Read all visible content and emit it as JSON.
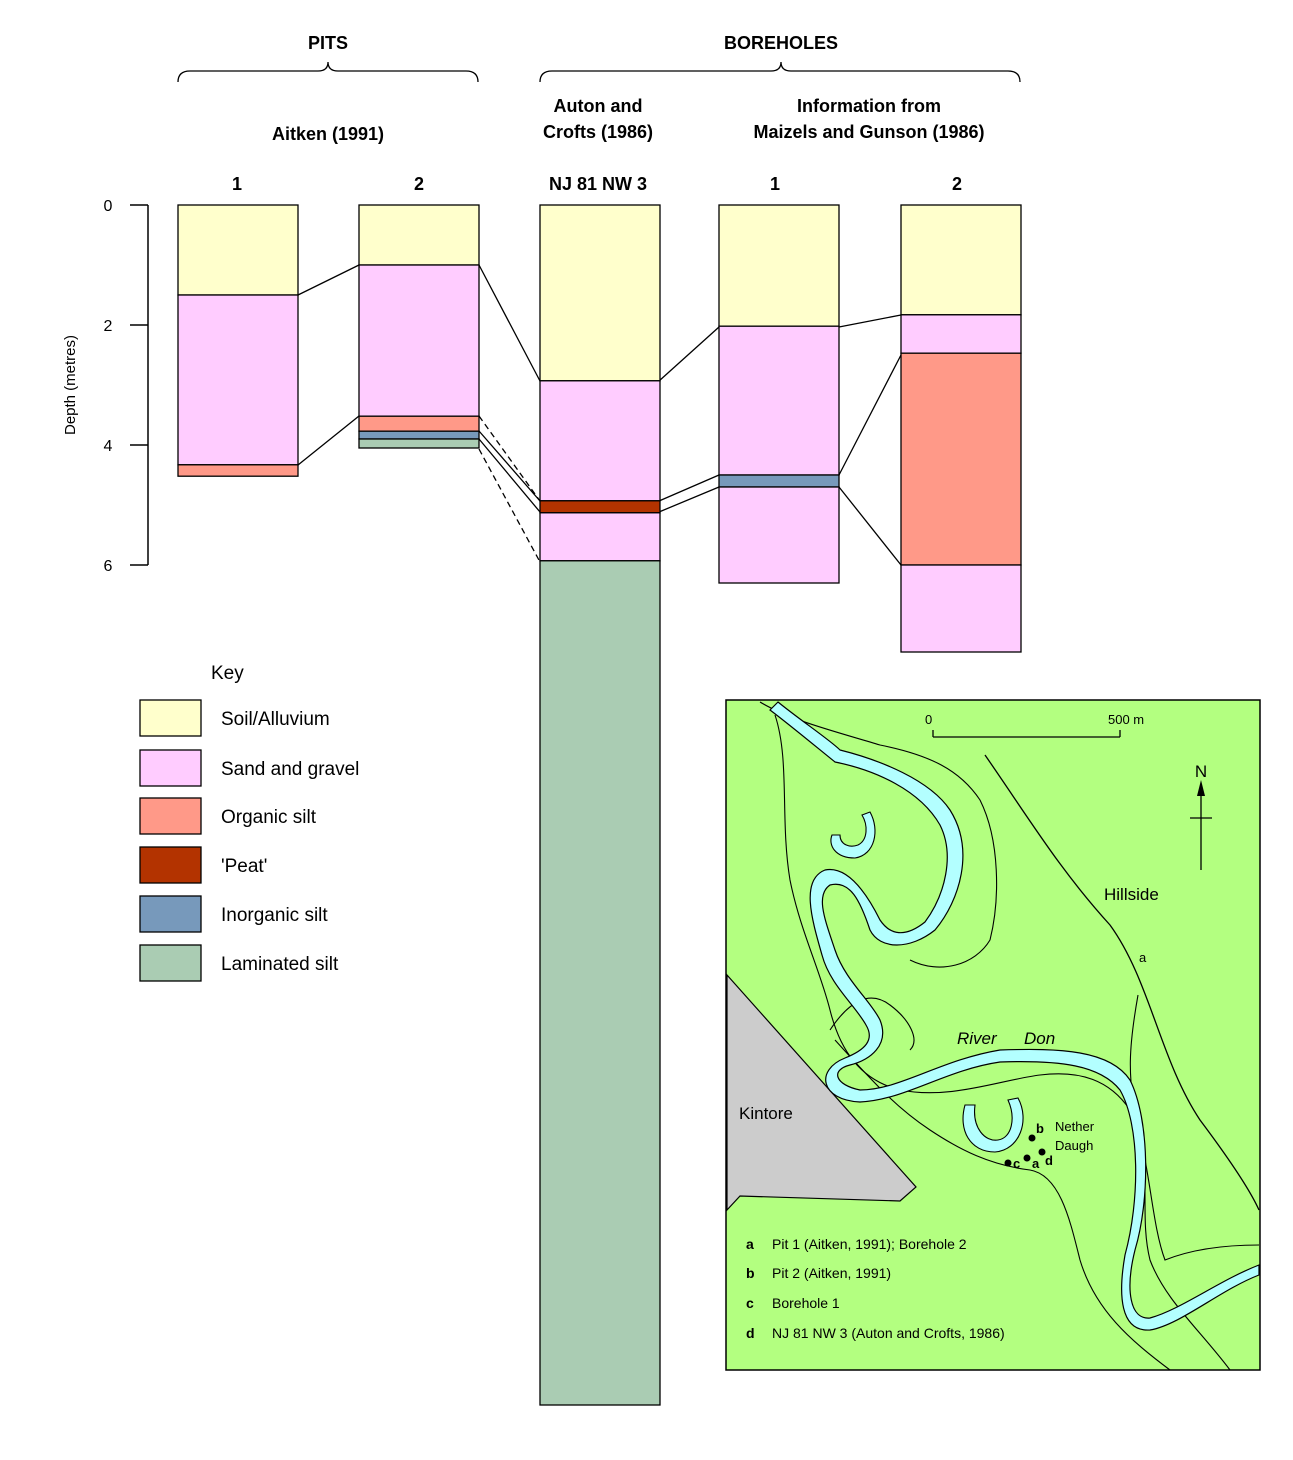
{
  "headers": {
    "pits": "PITS",
    "boreholes": "BOREHOLES",
    "aitken": "Aitken (1991)",
    "auton_line1": "Auton and",
    "auton_line2": "Crofts (1986)",
    "maizels_line1": "Information from",
    "maizels_line2": "Maizels and Gunson (1986)"
  },
  "axis": {
    "label": "Depth (metres)",
    "ticks": [
      "0",
      "2",
      "4",
      "6"
    ],
    "min": 0,
    "max": 6
  },
  "columns": [
    {
      "label": "1",
      "layers": [
        {
          "type": "soil",
          "top": 0,
          "bottom": 1.5
        },
        {
          "type": "sand",
          "top": 1.5,
          "bottom": 4.33
        },
        {
          "type": "organic",
          "top": 4.33,
          "bottom": 4.52
        }
      ]
    },
    {
      "label": "2",
      "layers": [
        {
          "type": "soil",
          "top": 0,
          "bottom": 1.0
        },
        {
          "type": "sand",
          "top": 1.0,
          "bottom": 3.52
        },
        {
          "type": "organic",
          "top": 3.52,
          "bottom": 3.77
        },
        {
          "type": "inorganic",
          "top": 3.77,
          "bottom": 3.9
        },
        {
          "type": "laminated",
          "top": 3.9,
          "bottom": 4.05
        }
      ]
    },
    {
      "label": "NJ 81 NW 3",
      "layers": [
        {
          "type": "soil",
          "top": 0,
          "bottom": 2.93
        },
        {
          "type": "sand",
          "top": 2.93,
          "bottom": 4.93
        },
        {
          "type": "peat",
          "top": 4.93,
          "bottom": 5.13
        },
        {
          "type": "sand",
          "top": 5.13,
          "bottom": 5.93
        },
        {
          "type": "laminated",
          "top": 5.93,
          "bottom": 20.0
        }
      ]
    },
    {
      "label": "1",
      "layers": [
        {
          "type": "soil",
          "top": 0,
          "bottom": 2.02
        },
        {
          "type": "sand",
          "top": 2.02,
          "bottom": 4.5
        },
        {
          "type": "inorganic",
          "top": 4.5,
          "bottom": 4.7
        },
        {
          "type": "sand",
          "top": 4.7,
          "bottom": 6.3
        }
      ]
    },
    {
      "label": "2",
      "layers": [
        {
          "type": "soil",
          "top": 0,
          "bottom": 1.83
        },
        {
          "type": "sand",
          "top": 1.83,
          "bottom": 2.47
        },
        {
          "type": "organic",
          "top": 2.47,
          "bottom": 6.0
        },
        {
          "type": "sand",
          "top": 6.0,
          "bottom": 7.45
        }
      ]
    }
  ],
  "key": {
    "title": "Key",
    "items": [
      {
        "type": "soil",
        "label": "Soil/Alluvium",
        "color": "#ffffcc"
      },
      {
        "type": "sand",
        "label": "Sand and gravel",
        "color": "#ffccff"
      },
      {
        "type": "organic",
        "label": "Organic silt",
        "color": "#ff9988"
      },
      {
        "type": "peat",
        "label": "'Peat'",
        "color": "#b33300"
      },
      {
        "type": "inorganic",
        "label": "Inorganic silt",
        "color": "#7799bb"
      },
      {
        "type": "laminated",
        "label": "Laminated silt",
        "color": "#aaccb3"
      }
    ]
  },
  "map": {
    "scale_start": "0",
    "scale_end": "500 m",
    "north": "N",
    "hillside": "Hillside",
    "hillside_a": "a",
    "river_word1": "River",
    "river_word2": "Don",
    "kintore": "Kintore",
    "nether": "Nether",
    "daugh": "Daugh",
    "site_letters": [
      "b",
      "c",
      "a",
      "d"
    ],
    "colors": {
      "land": "#b3ff80",
      "river": "#b3ffff",
      "town": "#cccccc"
    },
    "legend": [
      {
        "letter": "a",
        "text": "Pit 1 (Aitken, 1991); Borehole 2"
      },
      {
        "letter": "b",
        "text": "Pit 2 (Aitken, 1991)"
      },
      {
        "letter": "c",
        "text": "Borehole 1"
      },
      {
        "letter": "d",
        "text": "NJ 81 NW 3 (Auton and Crofts, 1986)"
      }
    ]
  }
}
